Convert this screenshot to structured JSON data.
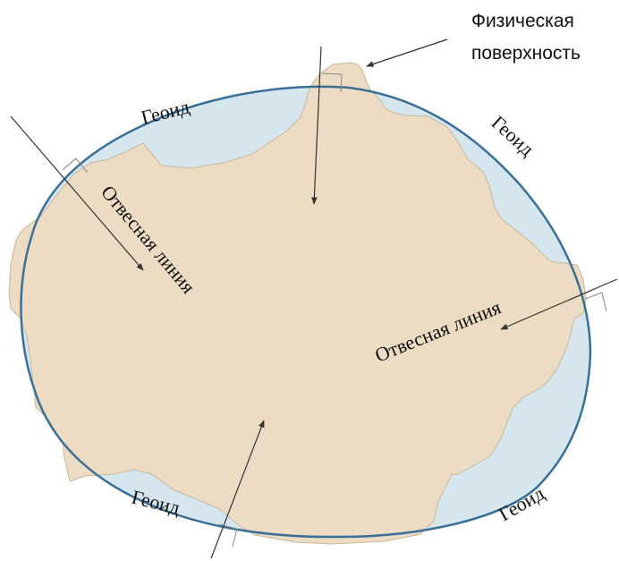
{
  "labels": {
    "physical_surface_line1": "Физическая",
    "physical_surface_line2": "поверхность",
    "geoid_top_left": "Геоид",
    "geoid_top_right": "Геоид",
    "geoid_bottom_left": "Геоид",
    "geoid_bottom_right": "Геоид",
    "plumb_line_left": "Отвесная линия",
    "plumb_line_right": "Отвесная линия"
  },
  "colors": {
    "land": "#ecdcc4",
    "land_stroke": "#c9b79c",
    "sea": "#d6e6ee",
    "geoid_line": "#3a6f96",
    "arrow": "#333333",
    "marker": "#888888"
  }
}
